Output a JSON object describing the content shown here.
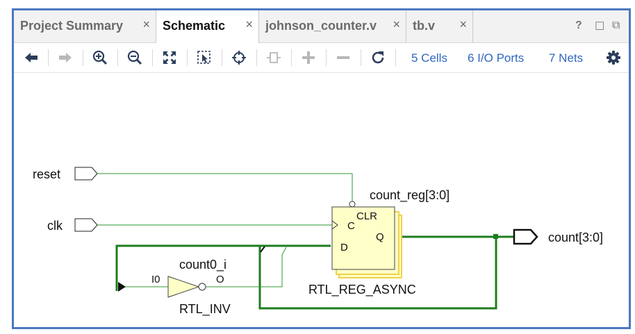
{
  "tabs": [
    {
      "label": "Project Summary",
      "active": false
    },
    {
      "label": "Schematic",
      "active": true
    },
    {
      "label": "johnson_counter.v",
      "active": false
    },
    {
      "label": "tb.v",
      "active": false
    }
  ],
  "tab_close": "×",
  "window_controls": {
    "help": "?",
    "restore": "☐",
    "float": "⧉"
  },
  "toolbar": {
    "icons": [
      "back-arrow-icon",
      "forward-arrow-icon",
      "zoom-in-icon",
      "zoom-out-icon",
      "zoom-fit-icon",
      "zoom-area-icon",
      "select-center-icon",
      "add-port-icon",
      "expand-icon",
      "collapse-icon",
      "refresh-icon"
    ],
    "cells": "5 Cells",
    "io_ports": "6 I/O Ports",
    "nets": "7 Nets",
    "settings_icon": "gear-icon"
  },
  "schematic": {
    "ports": {
      "reset": "reset",
      "clk": "clk",
      "count": "count[3:0]"
    },
    "register": {
      "instance": "count_reg[3:0]",
      "type": "RTL_REG_ASYNC",
      "pin_clr": "CLR",
      "pin_c": "C",
      "pin_d": "D",
      "pin_q": "Q"
    },
    "inverter": {
      "instance": "count0_i",
      "type": "RTL_INV",
      "pin_in": "I0",
      "pin_out": "O"
    },
    "colors": {
      "net_thin": "#2f9a2f",
      "bus": "#1e7d1e",
      "cell_fill": "#ffffc8",
      "cell_stack": "#ecd24a"
    }
  }
}
